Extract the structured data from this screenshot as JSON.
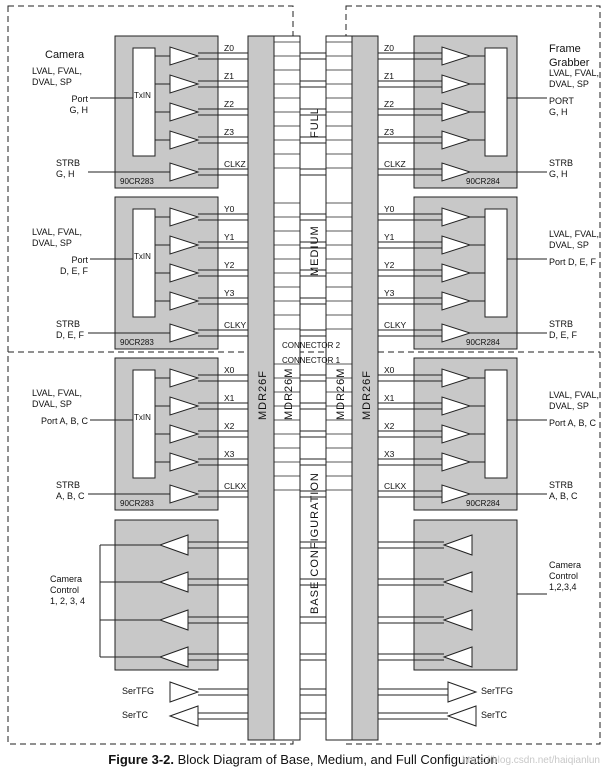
{
  "diagram": {
    "left_title": "Camera",
    "right_title_lines": [
      "Frame",
      "Grabber"
    ],
    "connector_labels": [
      "CONNECTOR 2",
      "CONNECTOR 1"
    ],
    "config_labels": [
      "FULL",
      "MEDIUM",
      "BASE CONFIGURATION"
    ],
    "cable_labels": [
      "MDR26F",
      "MDR26M",
      "MDR26M",
      "MDR26F"
    ],
    "groups": [
      {
        "id": "full",
        "left_labels": [
          "LVAL, FVAL,",
          "DVAL, SP",
          "Port",
          "G, H"
        ],
        "right_labels": [
          "LVAL, FVAL,",
          "DVAL, SP",
          "PORT",
          "G, H"
        ],
        "signals": [
          "Z0",
          "Z1",
          "Z2",
          "Z3"
        ],
        "clock": "CLKZ",
        "strobe_left": [
          "STRB",
          "G, H"
        ],
        "strobe_right": [
          "STRB",
          "G, H"
        ],
        "tx_chip": "90CR283",
        "rx_chip": "90CR284",
        "tx_label": "TxIN"
      },
      {
        "id": "medium",
        "left_labels": [
          "LVAL, FVAL,",
          "DVAL, SP",
          "Port",
          "D, E, F"
        ],
        "right_labels": [
          "LVAL, FVAL,",
          "DVAL, SP",
          "Port D, E, F"
        ],
        "signals": [
          "Y0",
          "Y1",
          "Y2",
          "Y3"
        ],
        "clock": "CLKY",
        "strobe_left": [
          "STRB",
          "D, E, F"
        ],
        "strobe_right": [
          "STRB",
          "D, E, F"
        ],
        "tx_chip": "90CR283",
        "rx_chip": "90CR284",
        "tx_label": "TxIN"
      },
      {
        "id": "base",
        "left_labels": [
          "LVAL, FVAL,",
          "DVAL, SP",
          "Port A, B, C"
        ],
        "right_labels": [
          "LVAL, FVAL,",
          "DVAL, SP",
          "Port A, B, C"
        ],
        "signals": [
          "X0",
          "X1",
          "X2",
          "X3"
        ],
        "clock": "CLKX",
        "strobe_left": [
          "STRB",
          "A, B, C"
        ],
        "strobe_right": [
          "STRB",
          "A, B, C"
        ],
        "tx_chip": "90CR283",
        "rx_chip": "90CR284",
        "tx_label": "TxIN"
      }
    ],
    "camera_control_left": [
      "Camera",
      "Control",
      "1, 2, 3, 4"
    ],
    "camera_control_right": [
      "Camera",
      "Control",
      "1,2,3,4"
    ],
    "sertfg": "SerTFG",
    "sertc": "SerTC"
  },
  "caption": {
    "number": "Figure 3-2.",
    "text": "Block Diagram of Base, Medium, and Full Configuration"
  },
  "watermark": "https://blog.csdn.net/haiqianlun",
  "colors": {
    "block_fill": "#c8c8c8",
    "stroke": "#222222"
  }
}
